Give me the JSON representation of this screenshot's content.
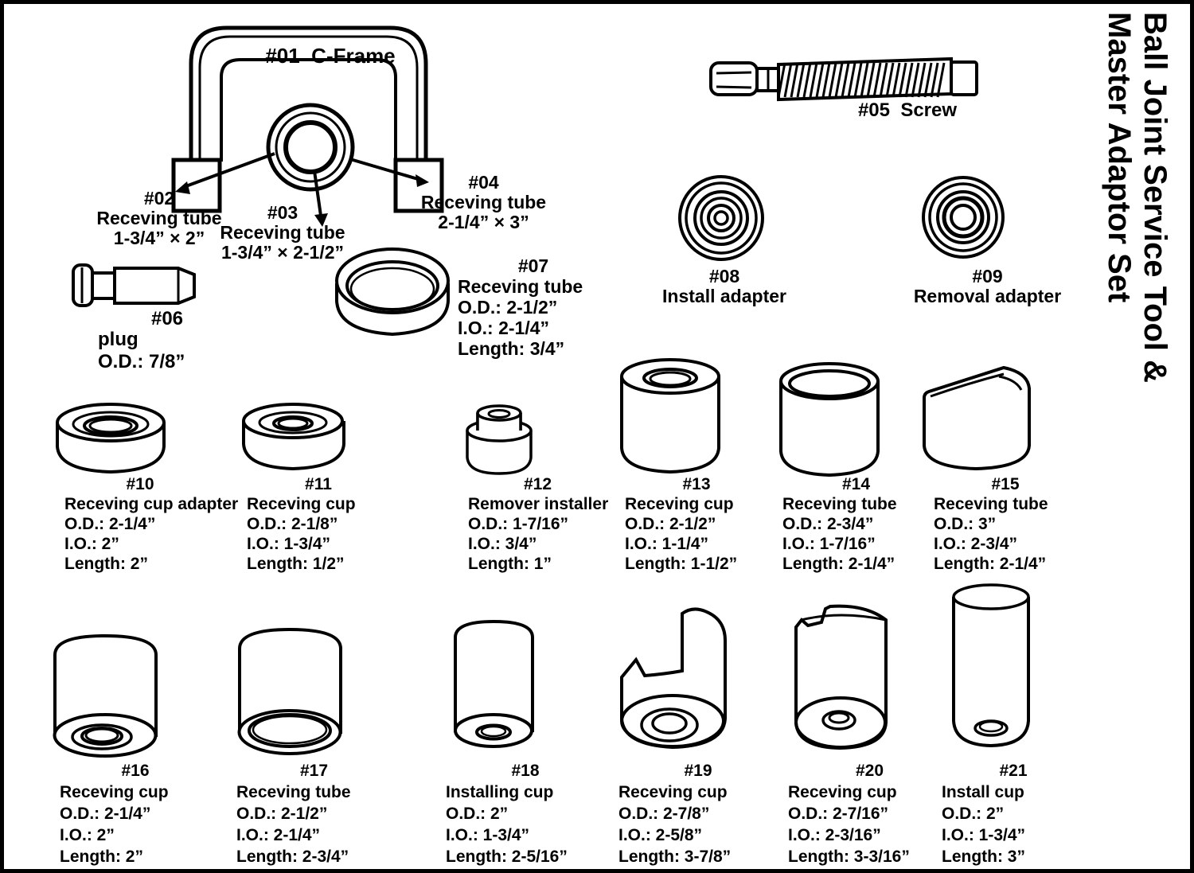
{
  "sidebar_title": {
    "line1": "Ball Joint Service Tool &",
    "line2": "Master Adaptor Set"
  },
  "colors": {
    "ink": "#000000",
    "paper": "#ffffff"
  },
  "parts": {
    "p01": {
      "id": "#01",
      "name": "C-Frame"
    },
    "p02": {
      "id": "#02",
      "name": "Receving tube",
      "size": "1-3/4” × 2”"
    },
    "p03": {
      "id": "#03",
      "name": "Receving tube",
      "size": "1-3/4” × 2-1/2”"
    },
    "p04": {
      "id": "#04",
      "name": "Receving tube",
      "size": "2-1/4” × 3”"
    },
    "p05": {
      "id": "#05",
      "name": "Screw"
    },
    "p06": {
      "id": "#06",
      "name": "plug",
      "od": "O.D.: 7/8”"
    },
    "p07": {
      "id": "#07",
      "name": "Receving tube",
      "od": "O.D.: 2-1/2”",
      "io": "I.O.: 2-1/4”",
      "length": "Length: 3/4”"
    },
    "p08": {
      "id": "#08",
      "name": "Install adapter"
    },
    "p09": {
      "id": "#09",
      "name": "Removal adapter"
    },
    "p10": {
      "id": "#10",
      "name": "Receving cup adapter",
      "od": "O.D.: 2-1/4”",
      "io": "I.O.: 2”",
      "length": "Length: 2”"
    },
    "p11": {
      "id": "#11",
      "name": "Receving cup",
      "od": "O.D.: 2-1/8”",
      "io": "I.O.: 1-3/4”",
      "length": "Length: 1/2”"
    },
    "p12": {
      "id": "#12",
      "name": "Remover installer",
      "od": "O.D.: 1-7/16”",
      "io": "I.O.: 3/4”",
      "length": "Length: 1”"
    },
    "p13": {
      "id": "#13",
      "name": "Receving cup",
      "od": "O.D.: 2-1/2”",
      "io": "I.O.: 1-1/4”",
      "length": "Length: 1-1/2”"
    },
    "p14": {
      "id": "#14",
      "name": "Receving tube",
      "od": "O.D.: 2-3/4”",
      "io": "I.O.: 1-7/16”",
      "length": "Length: 2-1/4”"
    },
    "p15": {
      "id": "#15",
      "name": "Receving tube",
      "od": "O.D.: 3”",
      "io": "I.O.: 2-3/4”",
      "length": "Length: 2-1/4”"
    },
    "p16": {
      "id": "#16",
      "name": "Receving cup",
      "od": "O.D.: 2-1/4”",
      "io": "I.O.: 2”",
      "length": "Length: 2”"
    },
    "p17": {
      "id": "#17",
      "name": "Receving tube",
      "od": "O.D.: 2-1/2”",
      "io": "I.O.: 2-1/4”",
      "length": "Length: 2-3/4”"
    },
    "p18": {
      "id": "#18",
      "name": "Installing cup",
      "od": "O.D.: 2”",
      "io": "I.O.: 1-3/4”",
      "length": "Length: 2-5/16”"
    },
    "p19": {
      "id": "#19",
      "name": "Receving cup",
      "od": "O.D.: 2-7/8”",
      "io": "I.O.: 2-5/8”",
      "length": "Length: 3-7/8”"
    },
    "p20": {
      "id": "#20",
      "name": "Receving cup",
      "od": "O.D.: 2-7/16”",
      "io": "I.O.: 2-3/16”",
      "length": "Length: 3-3/16”"
    },
    "p21": {
      "id": "#21",
      "name": "Install cup",
      "od": "O.D.: 2”",
      "io": "I.O.: 1-3/4”",
      "length": "Length: 3”"
    }
  }
}
